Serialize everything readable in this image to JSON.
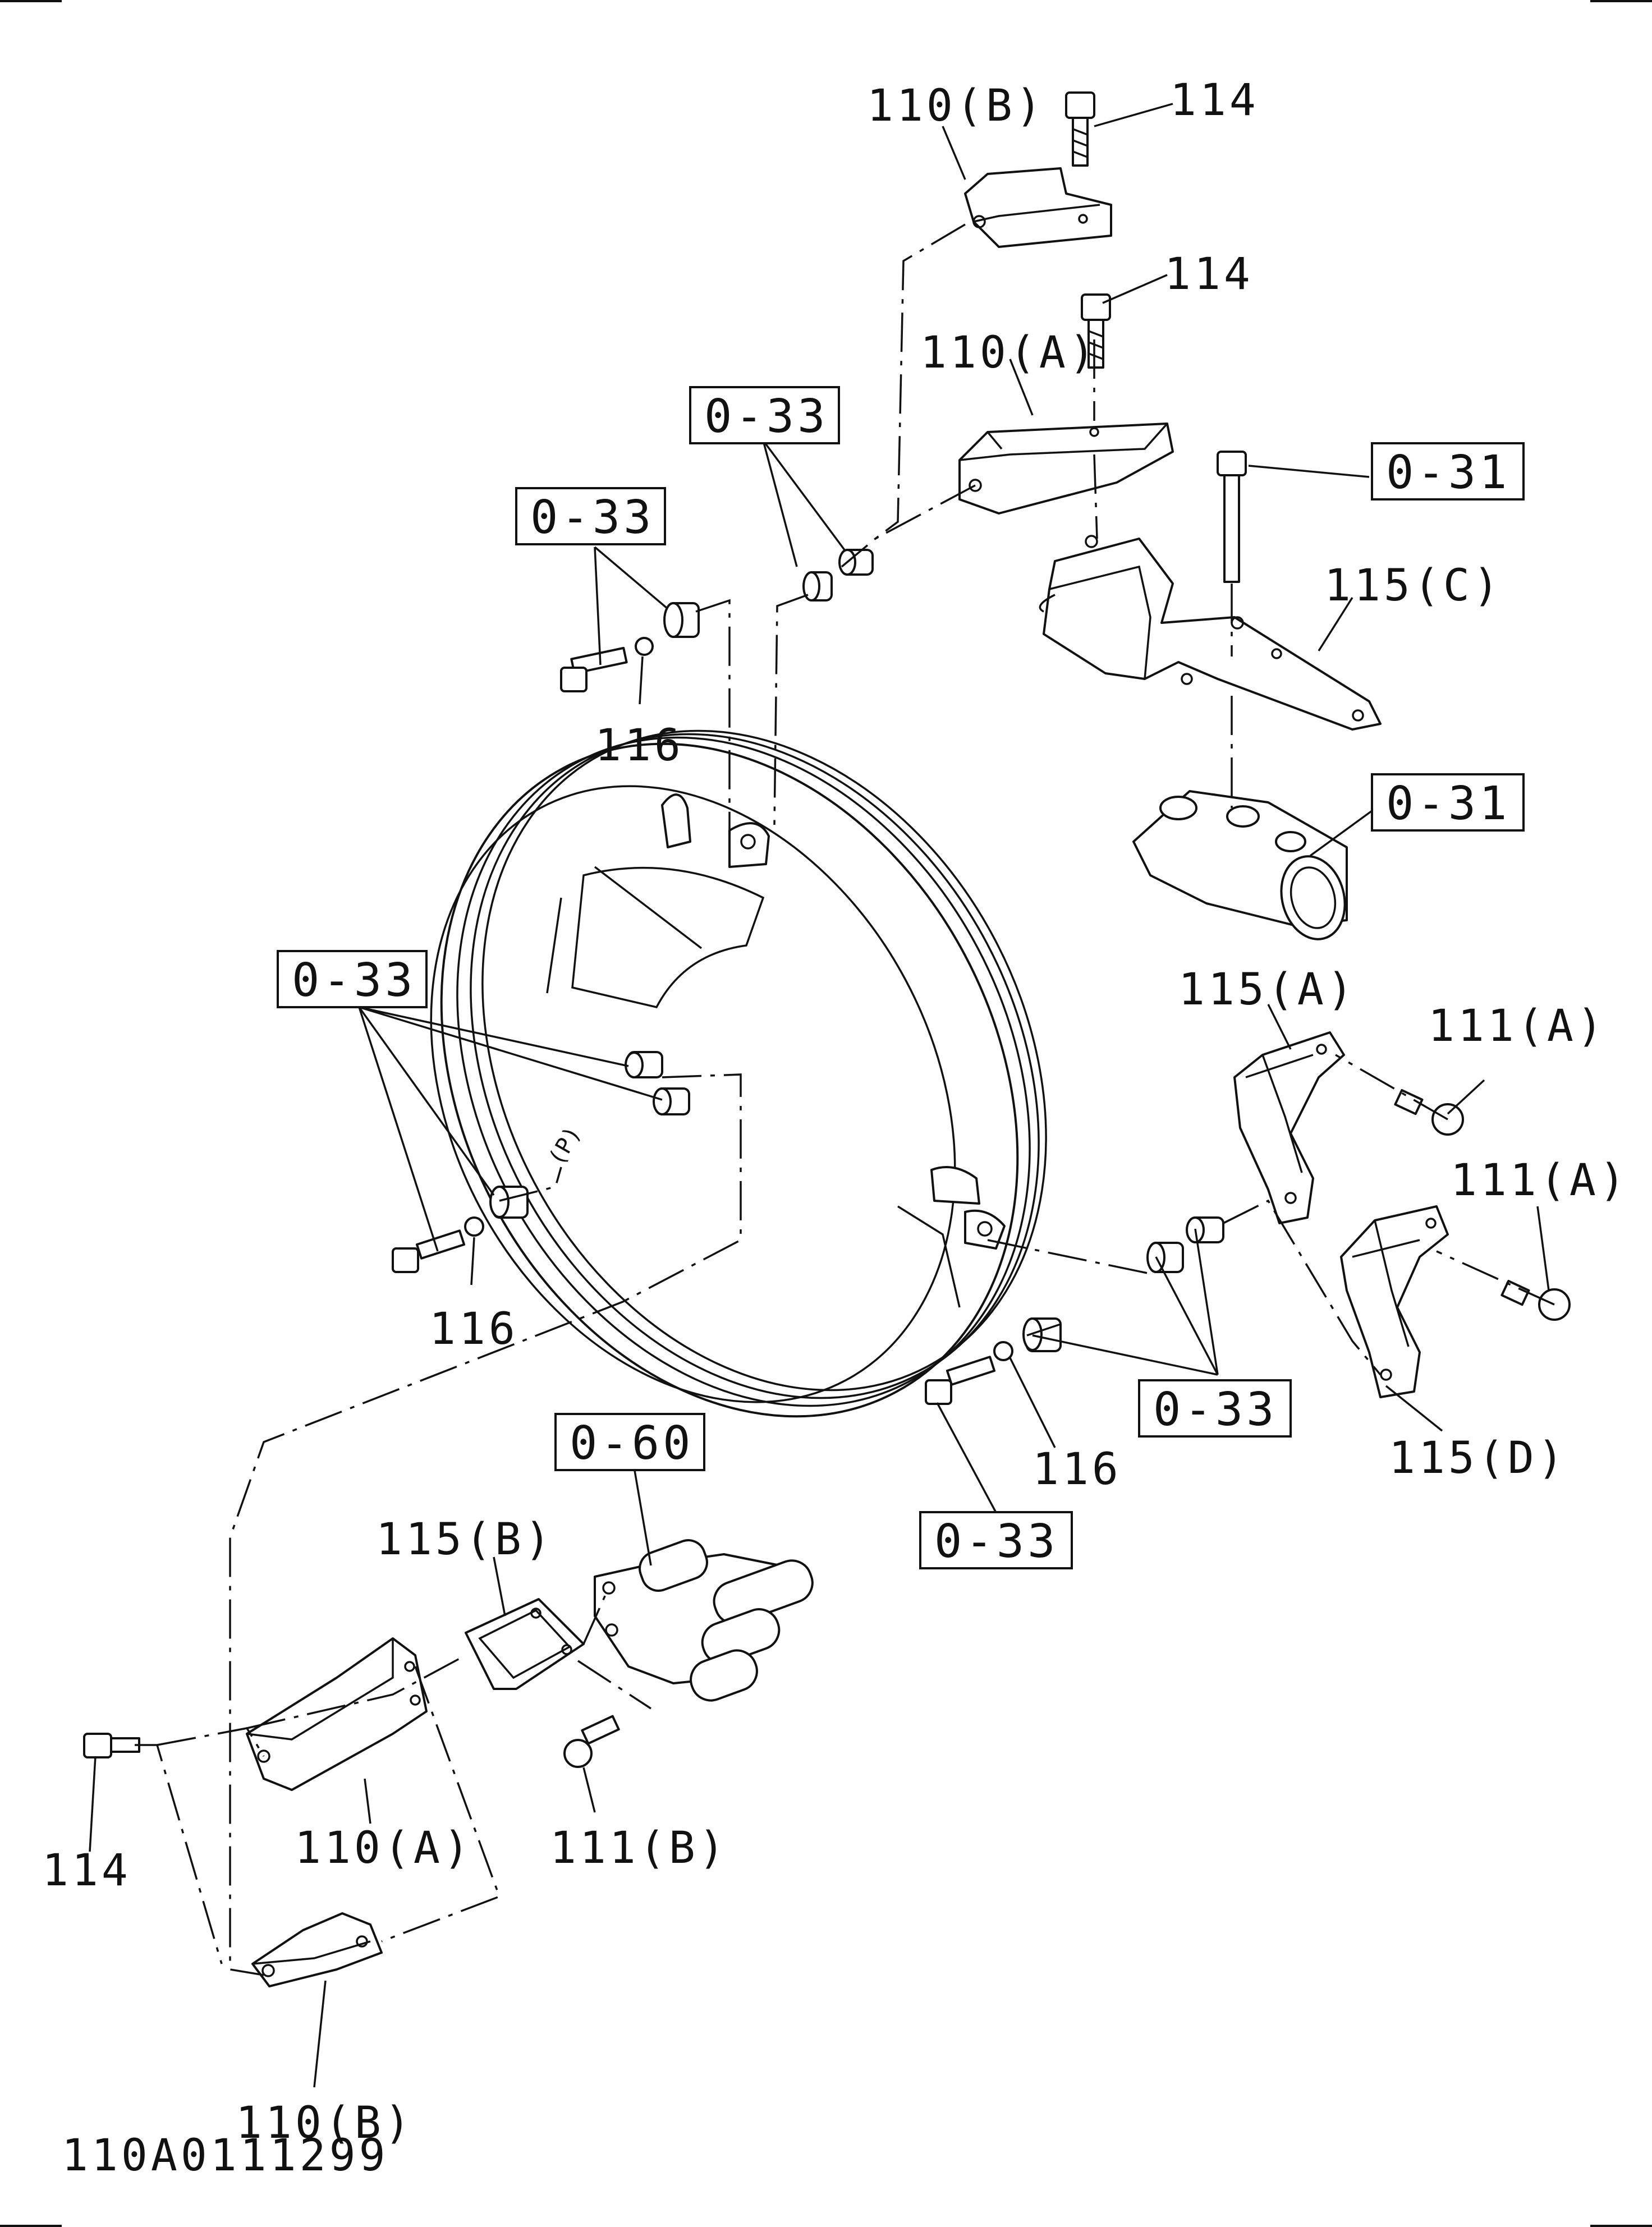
{
  "drawing_id": "110A0111299",
  "part_labels": {
    "l_110b_top": "110(B)",
    "l_114_top": "114",
    "l_114_mid": "114",
    "l_110a_top": "110(A)",
    "l_115c": "115(C)",
    "l_116_upper": "116",
    "l_115a": "115(A)",
    "l_111a_1": "111(A)",
    "l_111a_2": "111(A)",
    "l_116_left": "116",
    "l_116_right": "116",
    "l_115d": "115(D)",
    "l_115b": "115(B)",
    "l_110a_bottom": "110(A)",
    "l_111b": "111(B)",
    "l_114_bottom": "114",
    "l_110b_bottom": "110(B)"
  },
  "reference_boxes": {
    "r_033_a": "0-33",
    "r_033_b": "0-33",
    "r_031_a": "0-31",
    "r_031_b": "0-31",
    "r_033_c": "0-33",
    "r_033_d": "0-33",
    "r_060": "0-60",
    "r_033_e": "0-33"
  },
  "colors": {
    "line": "#111111",
    "background": "#ffffff"
  }
}
